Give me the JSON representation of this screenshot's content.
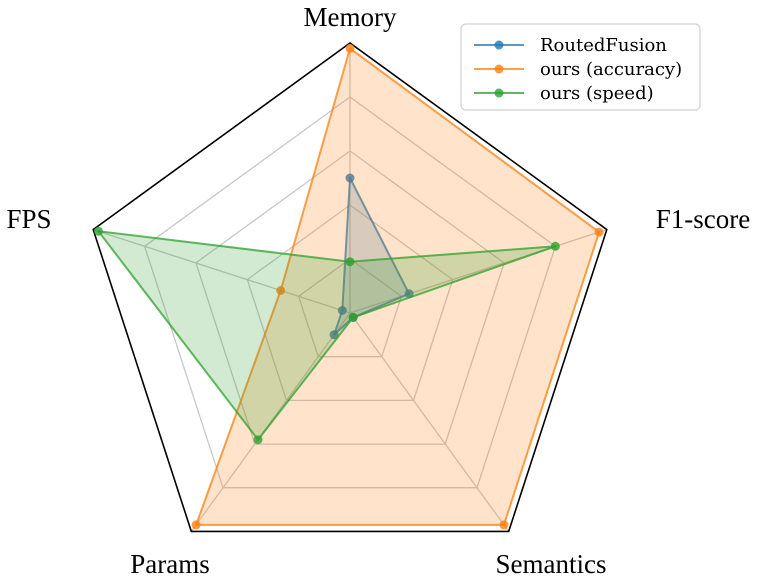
{
  "chart_data": {
    "type": "radar",
    "axes": [
      "Memory",
      "F1-score",
      "Semantics",
      "Params",
      "FPS"
    ],
    "range": [
      0,
      1
    ],
    "grid_levels": [
      0.2,
      0.4,
      0.6,
      0.8,
      1.0
    ],
    "grid": true,
    "legend_position": "top-right",
    "series": [
      {
        "name": "RoutedFusion",
        "color": "#1f77b4",
        "values": [
          0.5,
          0.23,
          0.02,
          0.1,
          0.03
        ]
      },
      {
        "name": "ours (accuracy)",
        "color": "#ff7f0e",
        "values": [
          0.98,
          0.97,
          0.97,
          0.97,
          0.27
        ]
      },
      {
        "name": "ours (speed)",
        "color": "#2ca02c",
        "values": [
          0.19,
          0.8,
          0.02,
          0.58,
          0.98
        ]
      }
    ]
  }
}
